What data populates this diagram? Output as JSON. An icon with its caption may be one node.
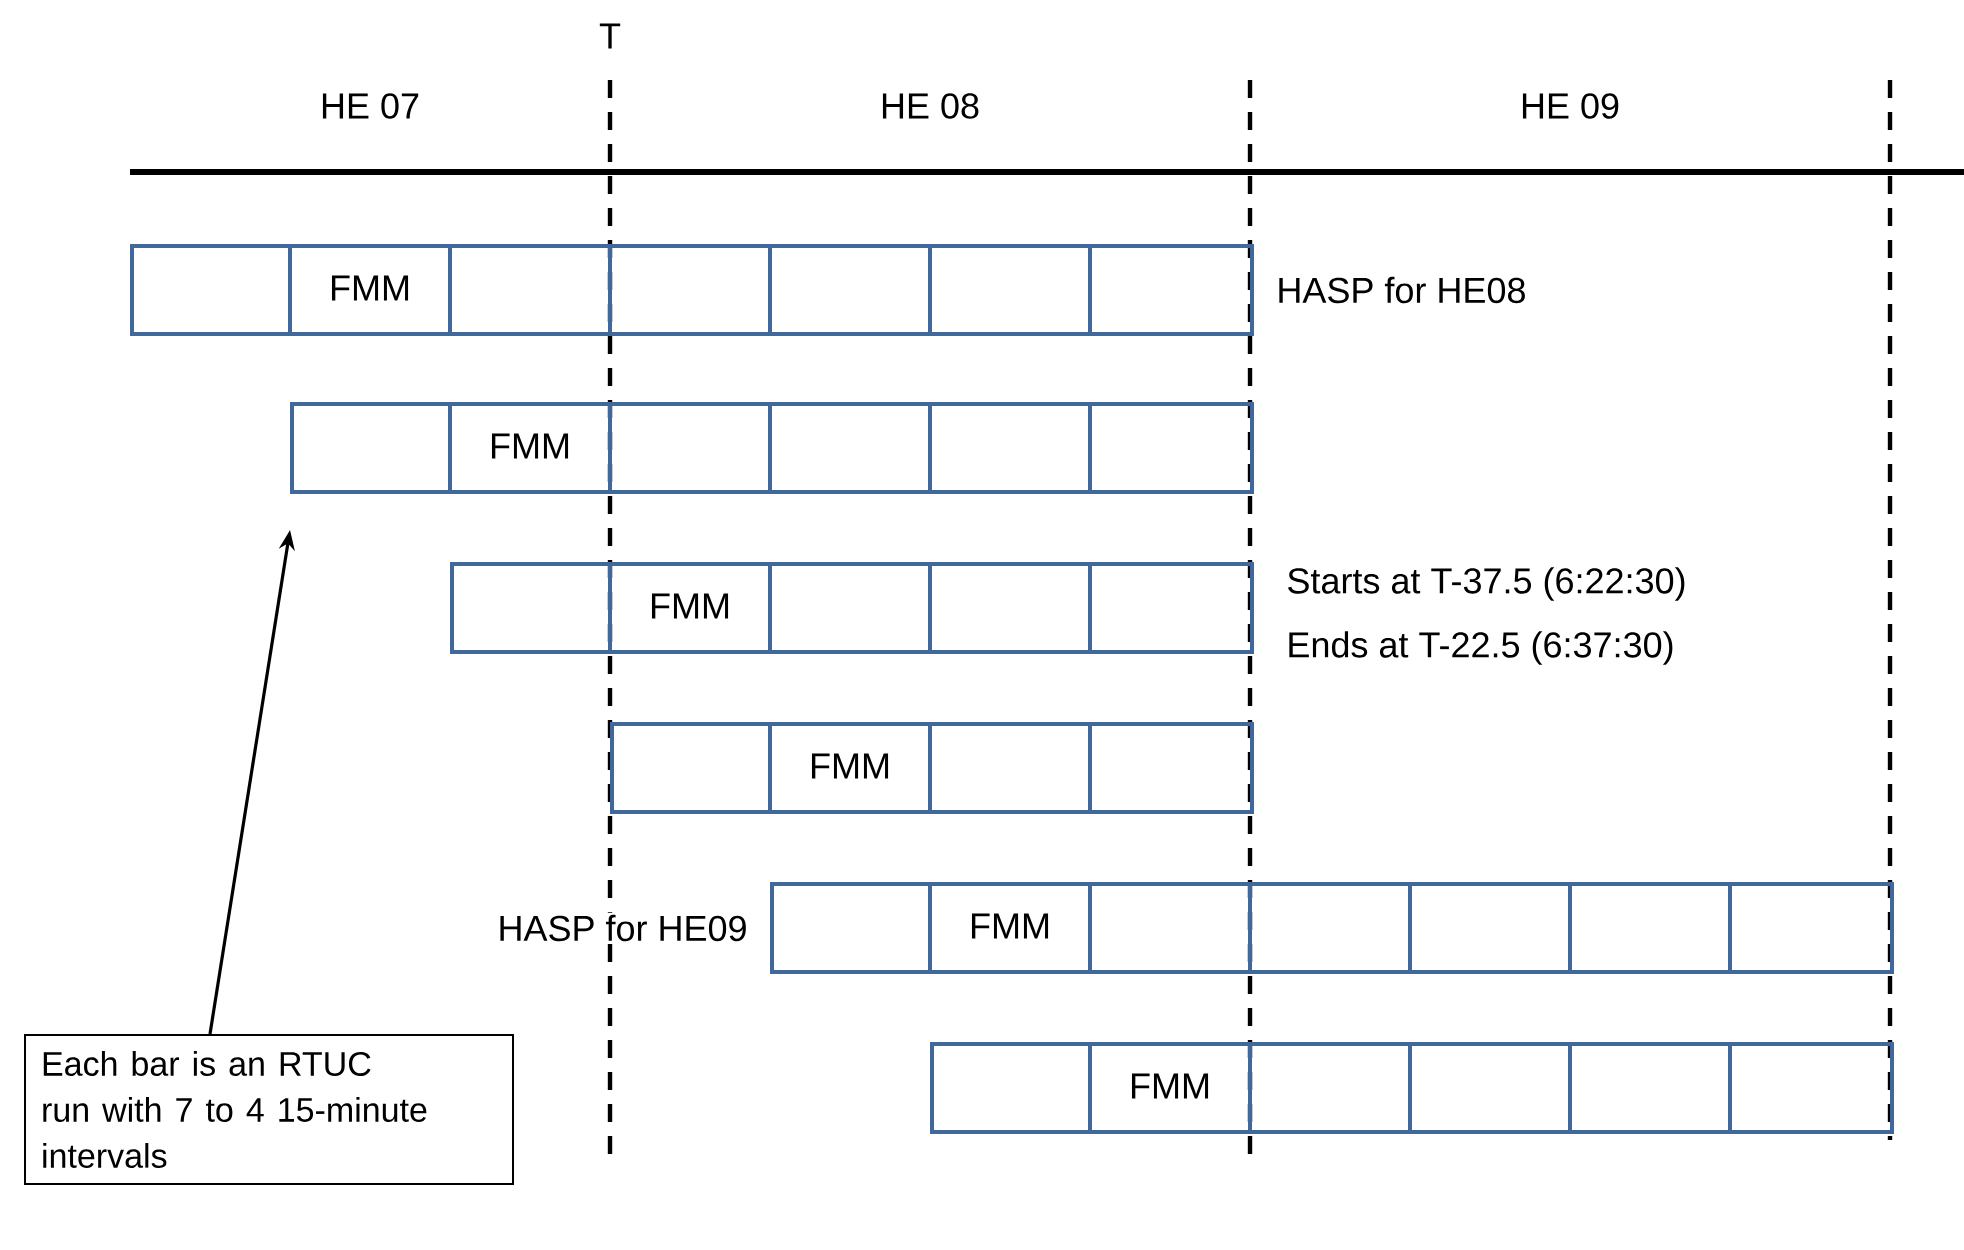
{
  "diagram": {
    "nodes": [
      {
        "text": [
          "FMM"
        ],
        "beside": [
          "HASP for HE08"
        ]
      },
      {
        "text": [
          "FMM"
        ]
      },
      {
        "text": [
          "FMM"
        ]
      },
      {
        "text": [
          "FMM"
        ]
      },
      {
        "text": [
          "FMM"
        ],
        "beside": [
          "HASP for HE09"
        ]
      },
      {
        "text": [
          "FMM"
        ]
      },
      {
        "text": [
          "Each bar is an RTUC run with 7 to 4 15-minute intervals"
        ]
      }
    ],
    "edges": [
      {
        "from": 6,
        "to": 1,
        "arrow": "to"
      }
    ],
    "labels": [
      "T",
      "HE 07",
      "HE 08",
      "HE 09",
      "Starts at T-37.5 (6:22:30)",
      "Ends at T-22.5 (6:37:30)"
    ]
  }
}
